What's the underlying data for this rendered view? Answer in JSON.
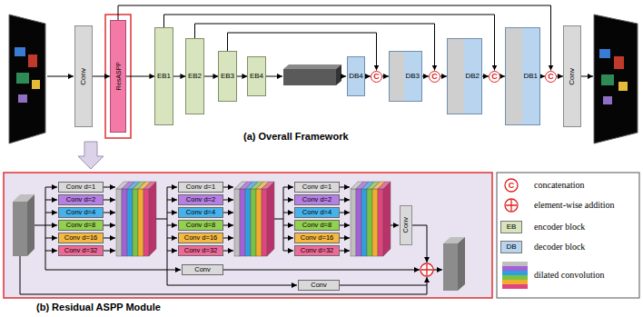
{
  "diagram": {
    "nodes": [
      {
        "text": [
          "Conv"
        ]
      },
      {
        "text": [
          "ResASPP"
        ]
      },
      {
        "text": [
          "EB1"
        ]
      },
      {
        "text": [
          "EB2"
        ]
      },
      {
        "text": [
          "EB3"
        ]
      },
      {
        "text": [
          "EB4"
        ]
      },
      {
        "text": [
          "DB4"
        ]
      },
      {
        "text": [
          "C"
        ]
      },
      {
        "text": [
          "DB3"
        ]
      },
      {
        "text": [
          "C"
        ]
      },
      {
        "text": [
          "DB2"
        ]
      },
      {
        "text": [
          "C"
        ]
      },
      {
        "text": [
          "DB1"
        ]
      },
      {
        "text": [
          "C"
        ]
      },
      {
        "text": [
          "Conv"
        ]
      },
      {
        "text": [
          "Conv d=1"
        ]
      },
      {
        "text": [
          "Conv d=2"
        ]
      },
      {
        "text": [
          "Conv d=4"
        ]
      },
      {
        "text": [
          "Conv d=8"
        ]
      },
      {
        "text": [
          "Conv d=16"
        ]
      },
      {
        "text": [
          "Conv d=32"
        ]
      },
      {
        "text": [
          "Conv d=1"
        ]
      },
      {
        "text": [
          "Conv d=2"
        ]
      },
      {
        "text": [
          "Conv d=4"
        ]
      },
      {
        "text": [
          "Conv d=8"
        ]
      },
      {
        "text": [
          "Conv d=16"
        ]
      },
      {
        "text": [
          "Conv d=32"
        ]
      },
      {
        "text": [
          "Conv"
        ]
      },
      {
        "text": [
          "Conv d=1"
        ]
      },
      {
        "text": [
          "Conv d=2"
        ]
      },
      {
        "text": [
          "Conv d=4"
        ]
      },
      {
        "text": [
          "Conv d=8"
        ]
      },
      {
        "text": [
          "Conv d=16"
        ]
      },
      {
        "text": [
          "Conv d=32"
        ]
      },
      {
        "text": [
          "Conv"
        ]
      },
      {
        "text": [
          "Conv"
        ]
      }
    ],
    "edges": [
      {
        "from": 0,
        "to": 1,
        "arrow": "to"
      },
      {
        "from": 1,
        "to": 2,
        "arrow": "to"
      },
      {
        "from": 2,
        "to": 3,
        "arrow": "to"
      },
      {
        "from": 3,
        "to": 4,
        "arrow": "to"
      },
      {
        "from": 4,
        "to": 5,
        "arrow": "to"
      },
      {
        "from": 6,
        "to": 7,
        "arrow": "to"
      },
      {
        "from": 7,
        "to": 8,
        "arrow": "to"
      },
      {
        "from": 8,
        "to": 9,
        "arrow": "to"
      },
      {
        "from": 9,
        "to": 10,
        "arrow": "to"
      },
      {
        "from": 10,
        "to": 11,
        "arrow": "to"
      },
      {
        "from": 11,
        "to": 12,
        "arrow": "to"
      },
      {
        "from": 12,
        "to": 13,
        "arrow": "to"
      },
      {
        "from": 13,
        "to": 14,
        "arrow": "to"
      },
      {
        "from": 4,
        "to": 7,
        "arrow": "to"
      },
      {
        "from": 3,
        "to": 9,
        "arrow": "to"
      },
      {
        "from": 2,
        "to": 11,
        "arrow": "to"
      },
      {
        "from": 1,
        "to": 13,
        "arrow": "to"
      }
    ],
    "labels": [
      "(a) Overall Framework",
      "(b) Residual ASPP Module",
      "C",
      "EB",
      "DB"
    ],
    "legend": [
      {
        "text": "concatenation"
      },
      {
        "text": "element-wise addition"
      },
      {
        "text": "encoder block",
        "color": "#d7e4bd"
      },
      {
        "text": "decoder block",
        "color": "#b8d4ee"
      },
      {
        "text": "dilated convolution"
      }
    ]
  }
}
